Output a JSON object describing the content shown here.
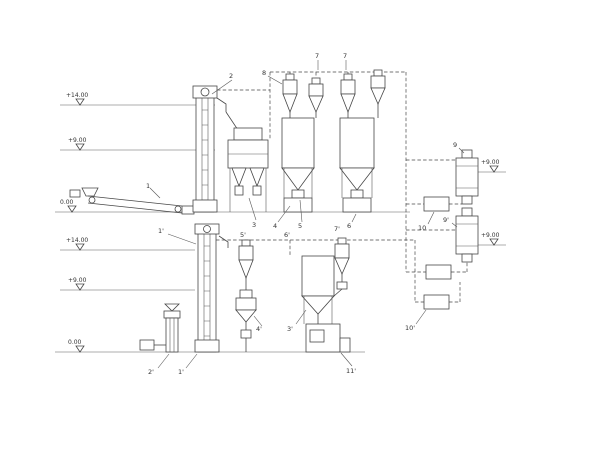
{
  "drawing": {
    "type": "process-flow-diagram",
    "description": "Feed mill equipment elevation flow diagram, two sections",
    "line_color": "#474747",
    "background": "#ffffff"
  },
  "elevations": [
    {
      "text": "+14.00"
    },
    {
      "text": "+9.00"
    },
    {
      "text": "0.00"
    },
    {
      "text": "+14.00"
    },
    {
      "text": "+9.00"
    },
    {
      "text": "0.00"
    },
    {
      "text": "+9.00"
    },
    {
      "text": "+9.00"
    }
  ],
  "labels": [
    {
      "text": "1"
    },
    {
      "text": "2"
    },
    {
      "text": "3"
    },
    {
      "text": "4"
    },
    {
      "text": "5"
    },
    {
      "text": "6"
    },
    {
      "text": "7"
    },
    {
      "text": "7"
    },
    {
      "text": "8"
    },
    {
      "text": "9"
    },
    {
      "text": "9'"
    },
    {
      "text": "10"
    },
    {
      "text": "10'"
    },
    {
      "text": "1'"
    },
    {
      "text": "2'"
    },
    {
      "text": "1'"
    },
    {
      "text": "5'"
    },
    {
      "text": "6'"
    },
    {
      "text": "7'"
    },
    {
      "text": "3'"
    },
    {
      "text": "4'"
    },
    {
      "text": "11'"
    }
  ]
}
